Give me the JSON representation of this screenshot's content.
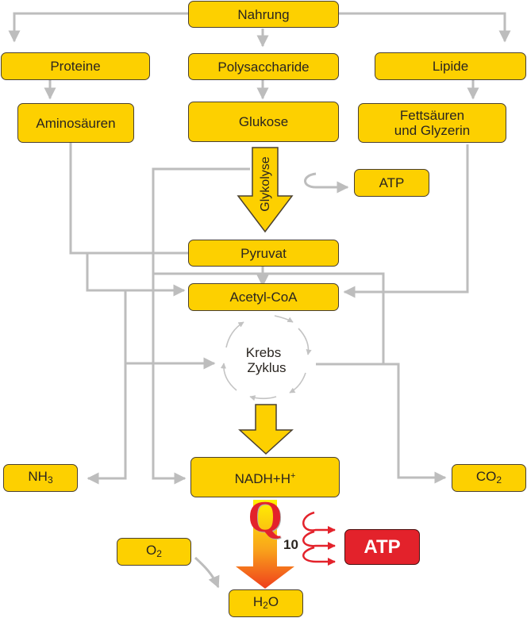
{
  "diagram": {
    "title": "Energiestoffwechsel",
    "nodes": {
      "nahrung": "Nahrung",
      "proteine": "Proteine",
      "polysaccharide": "Polysaccharide",
      "lipide": "Lipide",
      "aminosaeuren": "Aminosäuren",
      "glukose": "Glukose",
      "fettsaeuren_line1": "Fettsäuren",
      "fettsaeuren_line2": "und Glyzerin",
      "atp_glykolyse": "ATP",
      "pyruvat": "Pyruvat",
      "acetyl_coa": "Acetyl-CoA",
      "krebs_line1": "Krebs",
      "krebs_line2": "Zyklus",
      "nh3_base": "NH",
      "nh3_sub": "3",
      "nadh_base": "NADH+H",
      "nadh_sup": "+",
      "co2_base": "CO",
      "co2_sub": "2",
      "o2_base": "O",
      "o2_sub": "2",
      "h2o_pre": "H",
      "h2o_sub": "2",
      "h2o_post": "O",
      "atp_final": "ATP"
    },
    "process_labels": {
      "glykolyse": "Glykolyse",
      "coenzyme_letter": "Q",
      "coenzyme_number": "10"
    },
    "colors": {
      "box_fill": "#fdd000",
      "box_border": "#4a4030",
      "connector": "#bdbdbd",
      "atp_fill": "#e3222b",
      "q10_red": "#e3222b",
      "gradient_top": "#fff200",
      "gradient_bottom": "#ef4a1c"
    }
  }
}
